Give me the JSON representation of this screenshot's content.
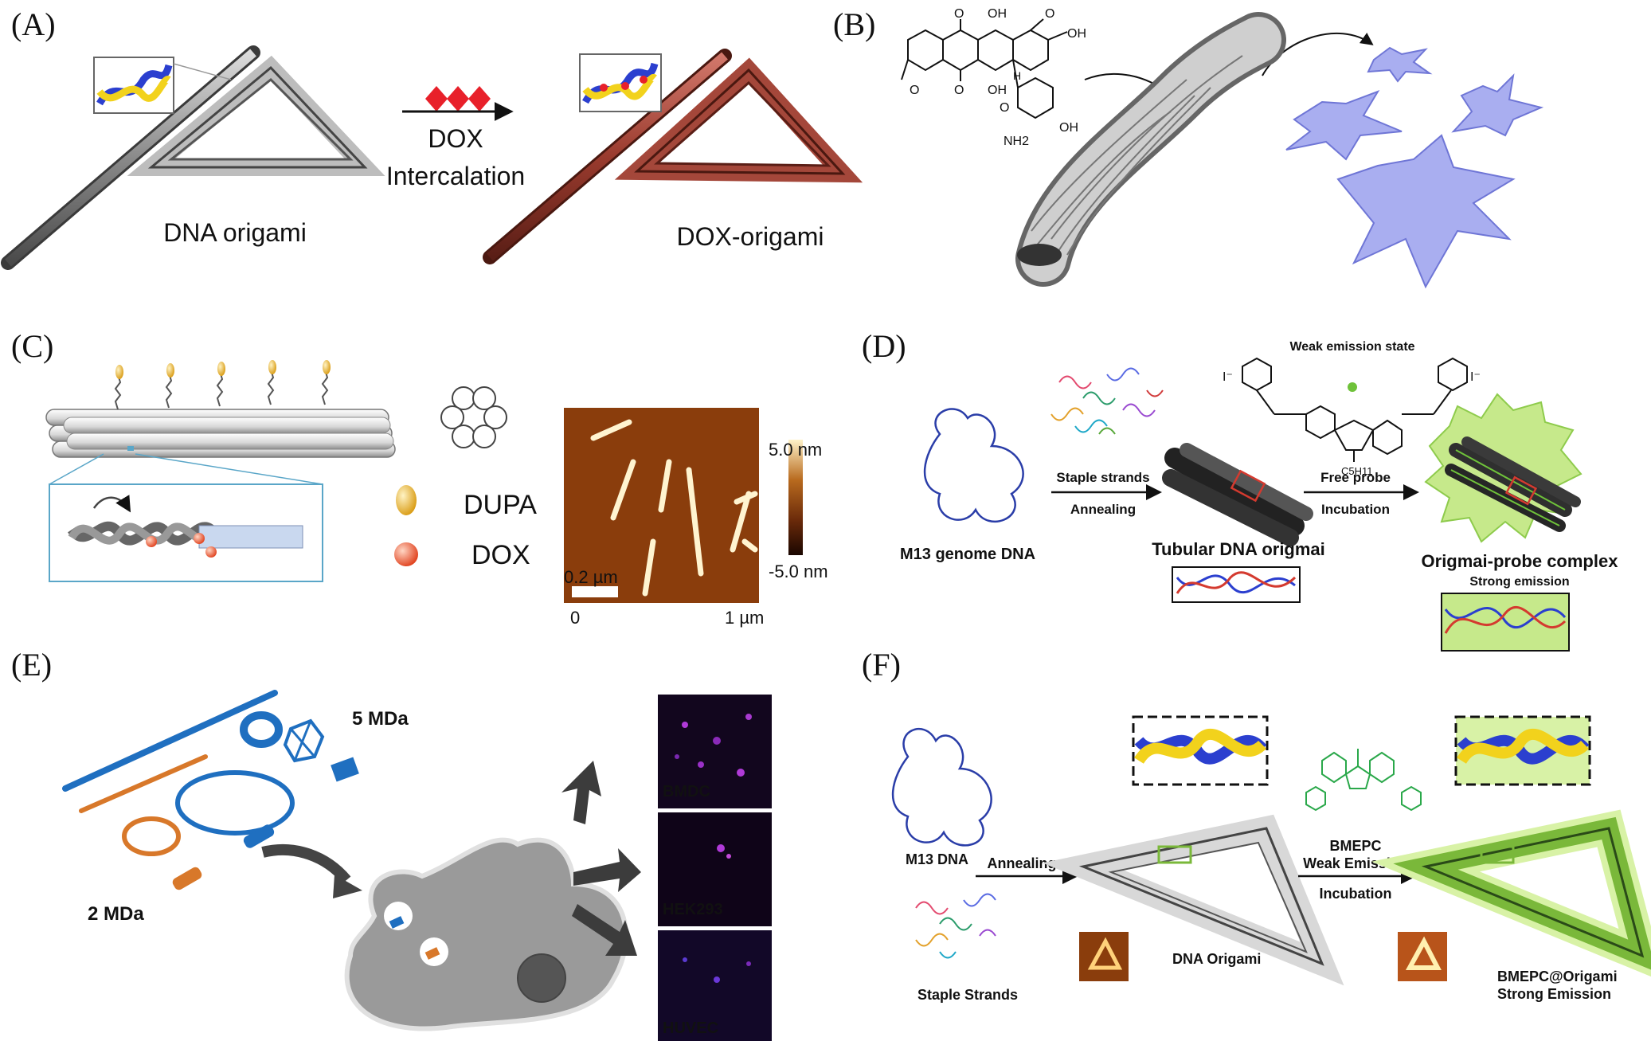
{
  "panels": {
    "a": {
      "label": "(A)",
      "arrow_top": "DOX",
      "arrow_bottom": "Intercalation",
      "left_caption": "DNA origami",
      "right_caption": "DOX-origami"
    },
    "b": {
      "label": "(B)",
      "chem": {
        "oh1": "OH",
        "oh2": "OH",
        "oh3": "OH",
        "oh4": "OH",
        "oh5": "OH",
        "nh2": "NH2",
        "o1": "O",
        "o2": "O",
        "o3": "O",
        "o4": "O",
        "o5": "O",
        "h": "H"
      }
    },
    "c": {
      "label": "(C)",
      "legend_dupa": "DUPA",
      "legend_dox": "DOX",
      "scale_max": "5.0 nm",
      "scale_min": "-5.0 nm",
      "scalebar": "0.2 µm",
      "axis_start": "0",
      "axis_end": "1 µm"
    },
    "d": {
      "label": "(D)",
      "weak_state": "Weak emission state",
      "counter_ion": "I⁻",
      "alkyl": "C5H11",
      "step1_top": "Staple strands",
      "step1_bottom": "Annealing",
      "step2_top": "Free probe",
      "step2_bottom": "Incubation",
      "m13": "M13 genome DNA",
      "tubular": "Tubular DNA origmai",
      "complex": "Origmai-probe complex",
      "strong": "Strong emission"
    },
    "e": {
      "label": "(E)",
      "mass_large": "5 MDa",
      "mass_small": "2 MDa",
      "cell1": "BMDC",
      "cell2": "HEK293",
      "cell3": "HUVEC"
    },
    "f": {
      "label": "(F)",
      "m13": "M13 DNA",
      "annealing": "Annealing",
      "staples": "Staple Strands",
      "origami": "DNA Origami",
      "probe": "BMEPC",
      "weak": "Weak Emission",
      "incubation": "Incubation",
      "complex": "BMEPC@Origami",
      "strong": "Strong Emission"
    }
  },
  "colors": {
    "dox": "#e8202a",
    "origami_grey": "#8a8a8a",
    "origami_red": "#9a3b2e",
    "probe_blue": "#1f6fc0",
    "probe_orange": "#d8782a",
    "emission_green": "#2aa84a"
  }
}
